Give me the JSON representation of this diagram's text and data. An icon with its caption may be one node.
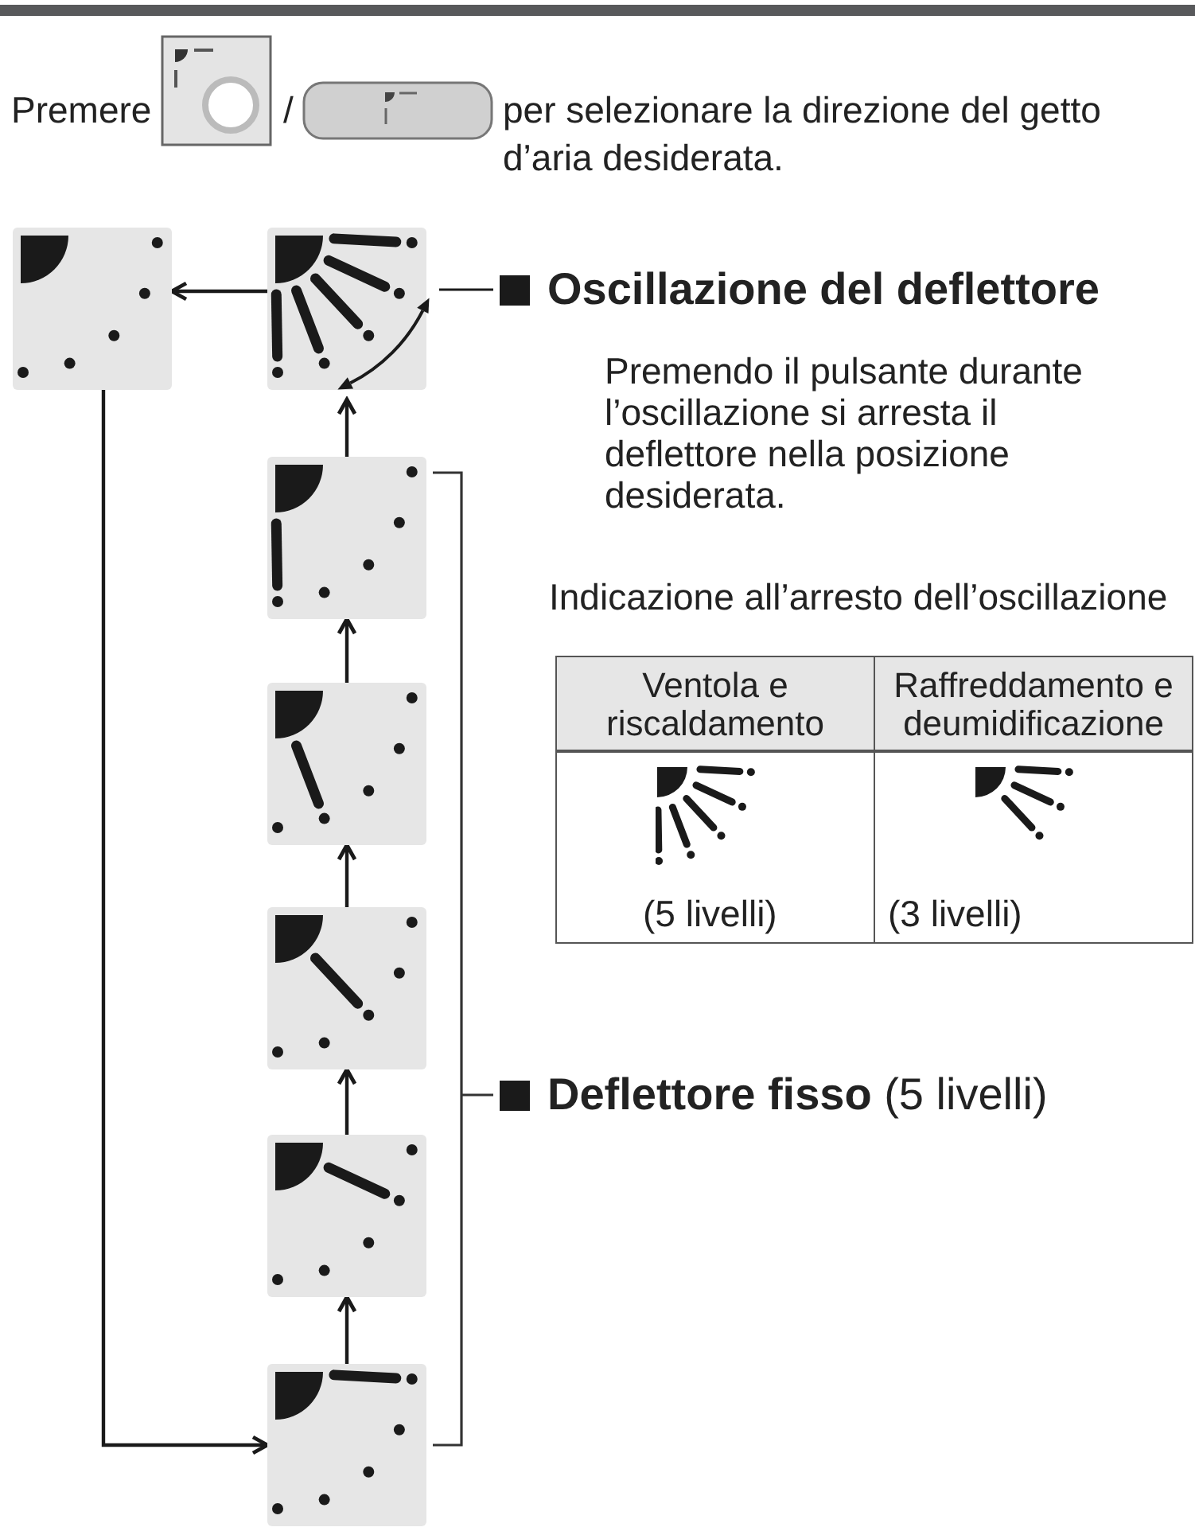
{
  "diagram": {
    "nodes": [
      {
        "text": [],
        "shape": "picture"
      },
      {
        "text": [],
        "shape": "picture"
      },
      {
        "text": [
          "Oscillazione del deflettore"
        ]
      },
      {
        "text": [],
        "shape": "picture"
      },
      {
        "text": [],
        "shape": "picture"
      },
      {
        "text": [],
        "shape": "picture"
      },
      {
        "text": [],
        "shape": "picture"
      },
      {
        "text": [],
        "shape": "picture"
      },
      {
        "text": [
          "**Deflettore fisso** (5 livelli)"
        ]
      }
    ],
    "edges": [
      {
        "from": 1,
        "to": 0,
        "arrow": "to"
      },
      {
        "from": 3,
        "to": 1,
        "arrow": "to"
      },
      {
        "from": 4,
        "to": 3,
        "arrow": "to"
      },
      {
        "from": 5,
        "to": 4,
        "arrow": "to"
      },
      {
        "from": 6,
        "to": 5,
        "arrow": "to"
      },
      {
        "from": 7,
        "to": 6,
        "arrow": "to"
      },
      {
        "from": 0,
        "to": 7,
        "arrow": "to"
      },
      {
        "from": 2,
        "to": 1,
        "arrow": "none"
      }
    ],
    "labels": [
      "Premere",
      "/",
      "per selezionare la direzione del getto d’aria desiderata.",
      "Premendo il pulsante durante l’oscillazione si arresta il deflettore nella posizione desiderata.",
      "Indicazione all’arresto dell’oscillazione",
      "Ventola e riscaldamento",
      "Raffreddamento e deumidificazione",
      "(5 livelli)",
      "(3 livelli)"
    ]
  }
}
